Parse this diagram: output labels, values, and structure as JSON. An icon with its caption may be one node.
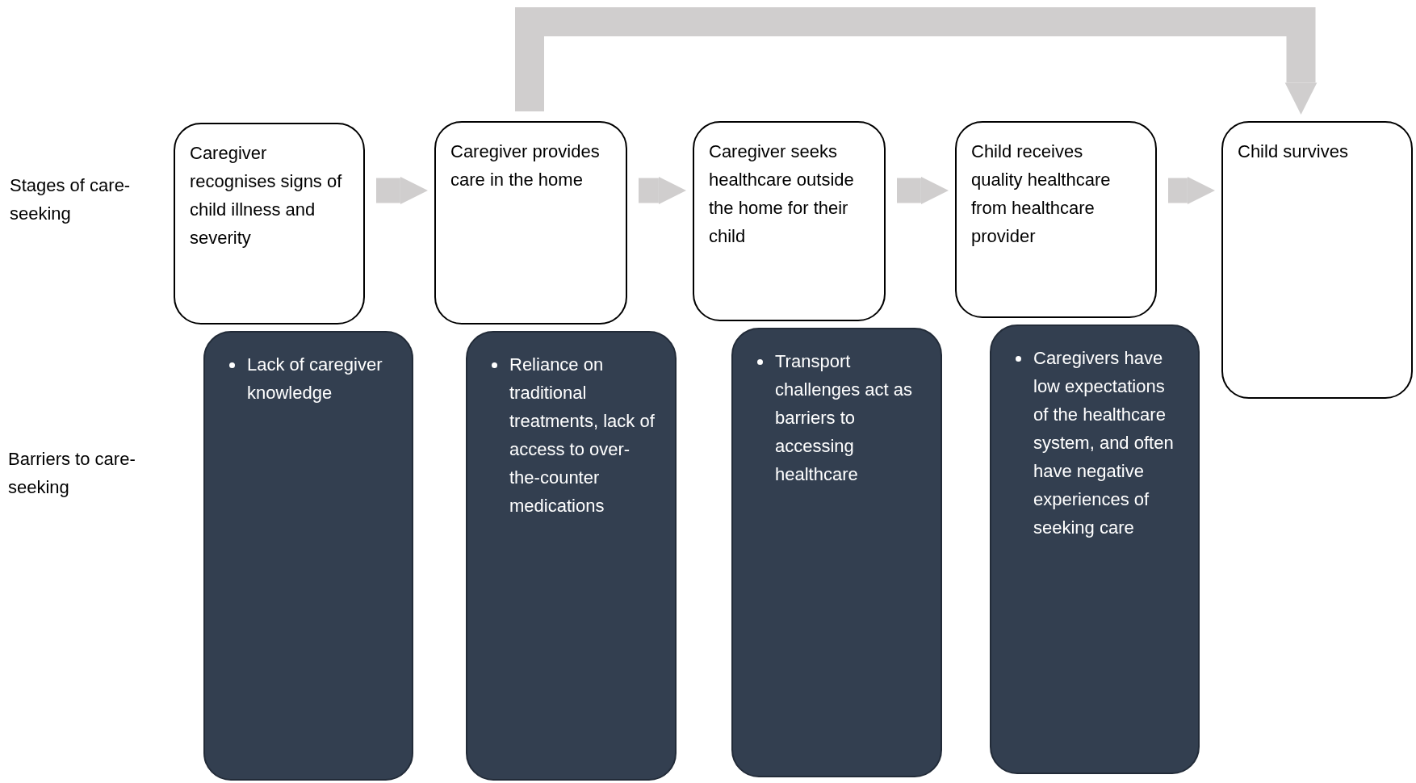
{
  "diagram": {
    "nodes": [
      {
        "text": [
          "Caregiver recognises signs of child illness and severity"
        ]
      },
      {
        "text": [
          "Caregiver provides care in the home"
        ]
      },
      {
        "text": [
          "Caregiver seeks healthcare outside the home for their child"
        ]
      },
      {
        "text": [
          "Child receives quality healthcare from healthcare provider"
        ]
      },
      {
        "text": [
          "Child survives"
        ]
      },
      {
        "text": [
          "Lack of caregiver knowledge"
        ]
      },
      {
        "text": [
          "Reliance on traditional treatments, lack of access to over-the-counter medications"
        ]
      },
      {
        "text": [
          "Transport challenges act as barriers to accessing healthcare"
        ]
      },
      {
        "text": [
          "Caregivers have low expectations of the healthcare system, and often have negative experiences of seeking care"
        ]
      }
    ],
    "edges": [
      {
        "from": 0,
        "to": 1,
        "arrow": "to"
      },
      {
        "from": 1,
        "to": 2,
        "arrow": "to"
      },
      {
        "from": 2,
        "to": 3,
        "arrow": "to"
      },
      {
        "from": 3,
        "to": 4,
        "arrow": "to"
      },
      {
        "from": 1,
        "to": 4,
        "arrow": "to"
      }
    ],
    "labels": [
      "Stages of care-seeking",
      "Barriers to care-seeking"
    ]
  }
}
